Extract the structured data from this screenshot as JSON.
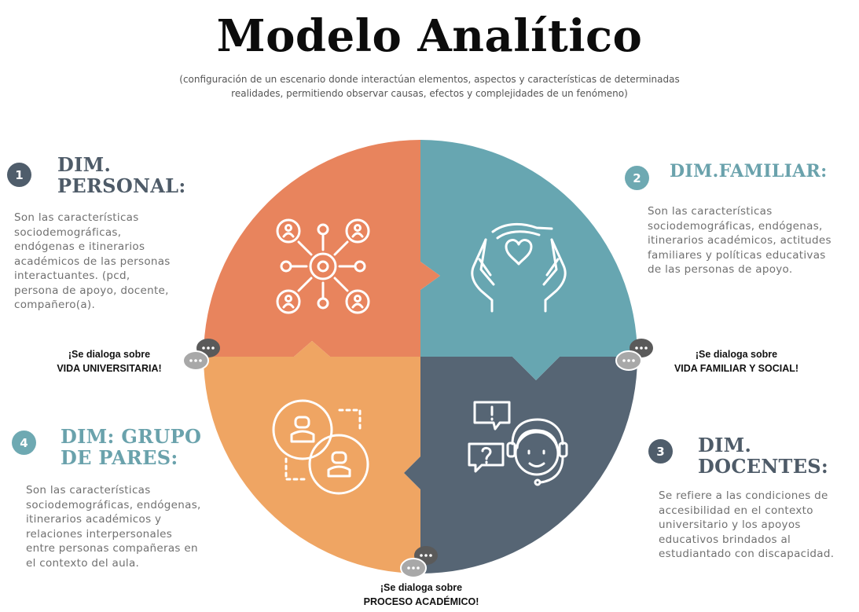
{
  "header": {
    "title": "Modelo Analítico",
    "subtitle_line1": "(configuración de un escenario donde interactúan elementos, aspectos y características de determinadas",
    "subtitle_line2": "realidades, permitiendo observar causas, efectos y complejidades de un fenómeno)"
  },
  "colors": {
    "personal": "#e8845d",
    "familiar": "#67a6b1",
    "docentes": "#566574",
    "pares": "#efa563",
    "badge_dark": "#4f5d6b",
    "badge_teal": "#6ea9b2",
    "title_dark": "#4e5b68",
    "title_teal": "#6aa2ac"
  },
  "dimensions": {
    "personal": {
      "number": "1",
      "title_line1": "DIM.",
      "title_line2": "PERSONAL:",
      "icon": "network-people-icon",
      "desc": [
        "Son las características",
        "sociodemográficas,",
        "endógenas e itinerarios",
        "académicos de las personas",
        "interactuantes. (pcd,",
        "persona de apoyo, docente,",
        "compañero(a)."
      ]
    },
    "familiar": {
      "number": "2",
      "title_line1": "DIM.FAMILIAR:",
      "icon": "caring-hands-heart-icon",
      "desc": [
        "Son las características",
        "sociodemográficas, endógenas,",
        "itinerarios académicos, actitudes",
        "familiares y políticas educativas",
        "de las personas de apoyo."
      ]
    },
    "docentes": {
      "number": "3",
      "title_line1": "DIM.",
      "title_line2": "DOCENTES:",
      "icon": "support-headset-icon",
      "desc": [
        "Se refiere a las condiciones de",
        "accesibilidad en el contexto",
        "universitario y los apoyos",
        "educativos brindados al",
        "estudiantado con discapacidad."
      ]
    },
    "pares": {
      "number": "4",
      "title_line1": "DIM: GRUPO",
      "title_line2": "DE PARES:",
      "icon": "peer-users-icon",
      "desc": [
        "Son las características",
        "sociodemográficas, endógenas,",
        "itinerarios académicos y",
        "relaciones interpersonales",
        "entre personas compañeras en",
        "el contexto del aula."
      ]
    }
  },
  "dialogs": {
    "universitaria": {
      "line1": "¡Se dialoga sobre",
      "line2": "VIDA UNIVERSITARIA!"
    },
    "familiar": {
      "line1": "¡Se dialoga sobre",
      "line2": "VIDA FAMILIAR Y SOCIAL!"
    },
    "academico": {
      "line1": "¡Se dialoga sobre",
      "line2": "PROCESO ACADÉMICO!"
    }
  }
}
